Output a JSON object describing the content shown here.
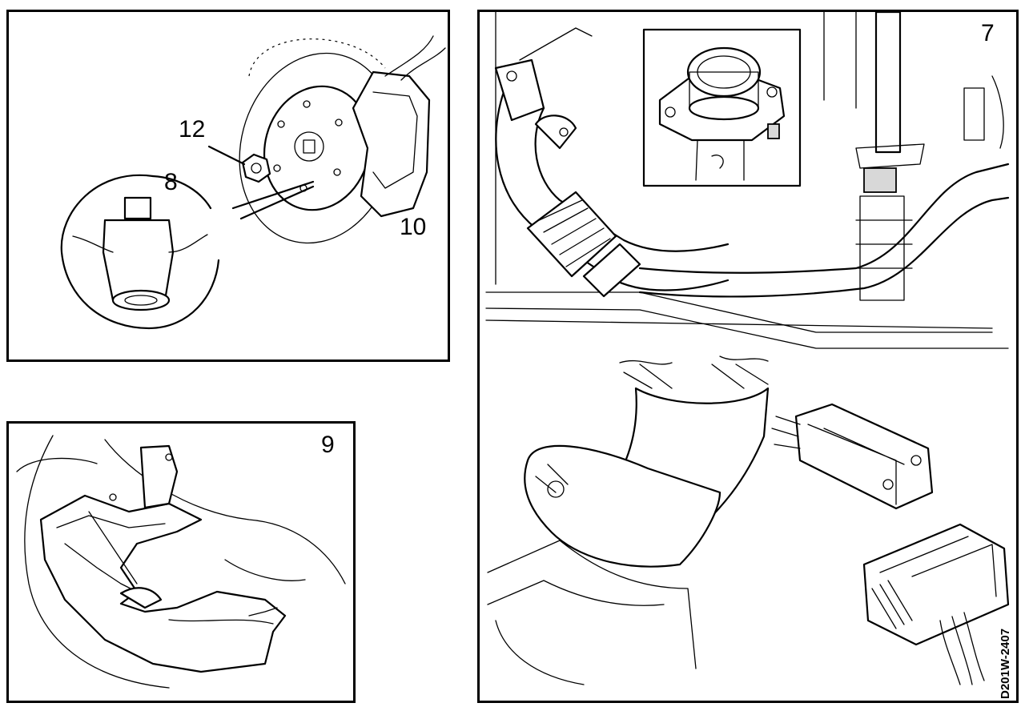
{
  "figures": {
    "panel_left_top": {
      "callouts": [
        "12",
        "8",
        "10"
      ]
    },
    "panel_left_bottom": {
      "callouts": [
        "9"
      ]
    },
    "panel_right": {
      "callouts": [
        "7"
      ],
      "drawing_code": "D201W-2407"
    }
  },
  "icons": [
    "wheel-hub-icon",
    "brake-caliper-icon",
    "exhaust-pipe-icon",
    "electrical-connector-icon",
    "splash-shield-icon"
  ]
}
